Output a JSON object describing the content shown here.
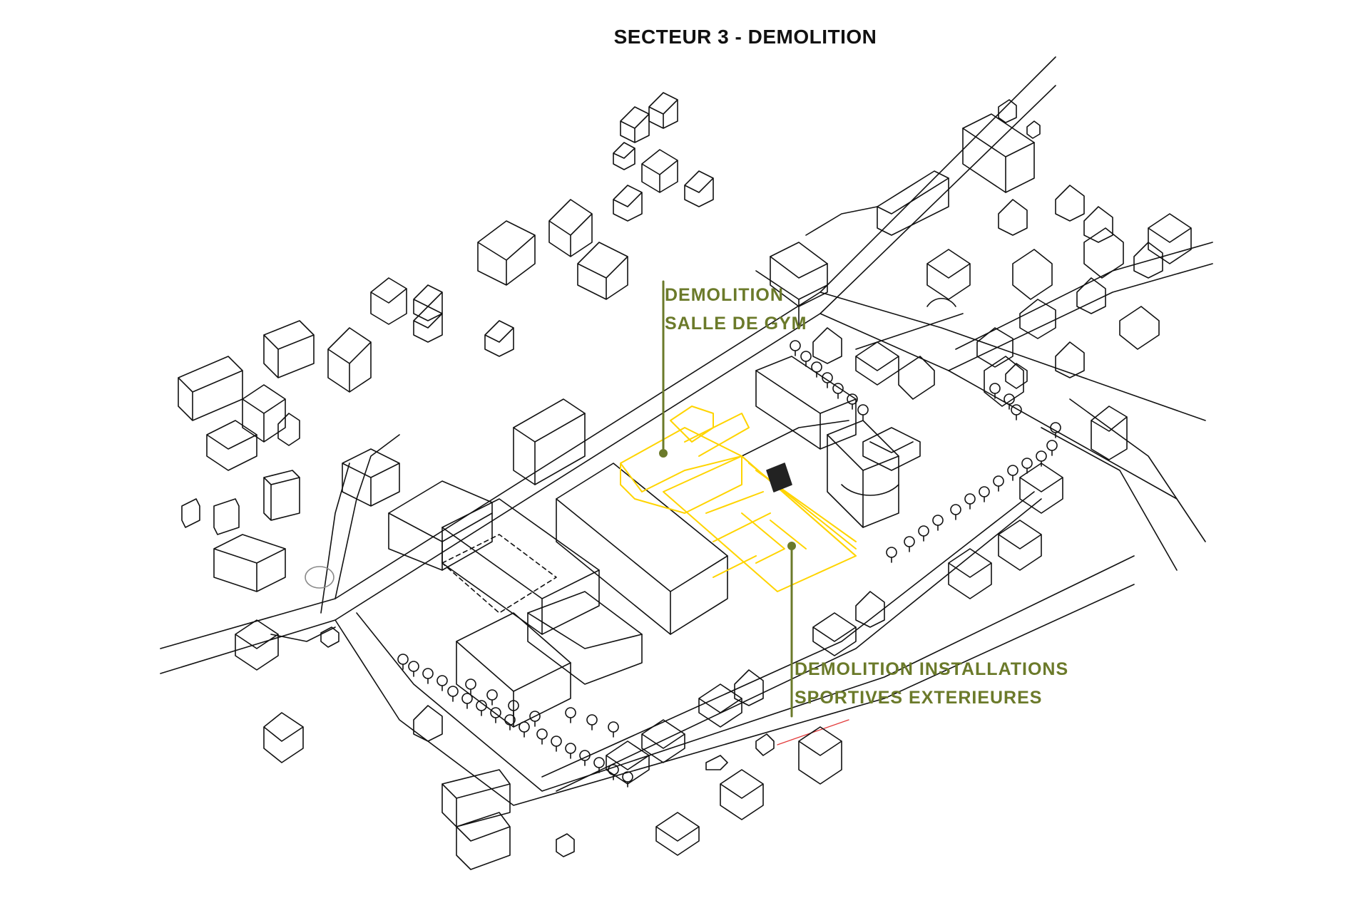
{
  "title": "SECTEUR 3 - DEMOLITION",
  "colors": {
    "line": "#111111",
    "highlight": "#ffd400",
    "annotation": "#6b7a2a",
    "marker": "#e23a3a"
  },
  "annotations": {
    "gym": [
      "DEMOLITION",
      "SALLE DE GYM"
    ],
    "sports": [
      "DEMOLITION INSTALLATIONS",
      "SPORTIVES EXTERIEURES"
    ]
  }
}
